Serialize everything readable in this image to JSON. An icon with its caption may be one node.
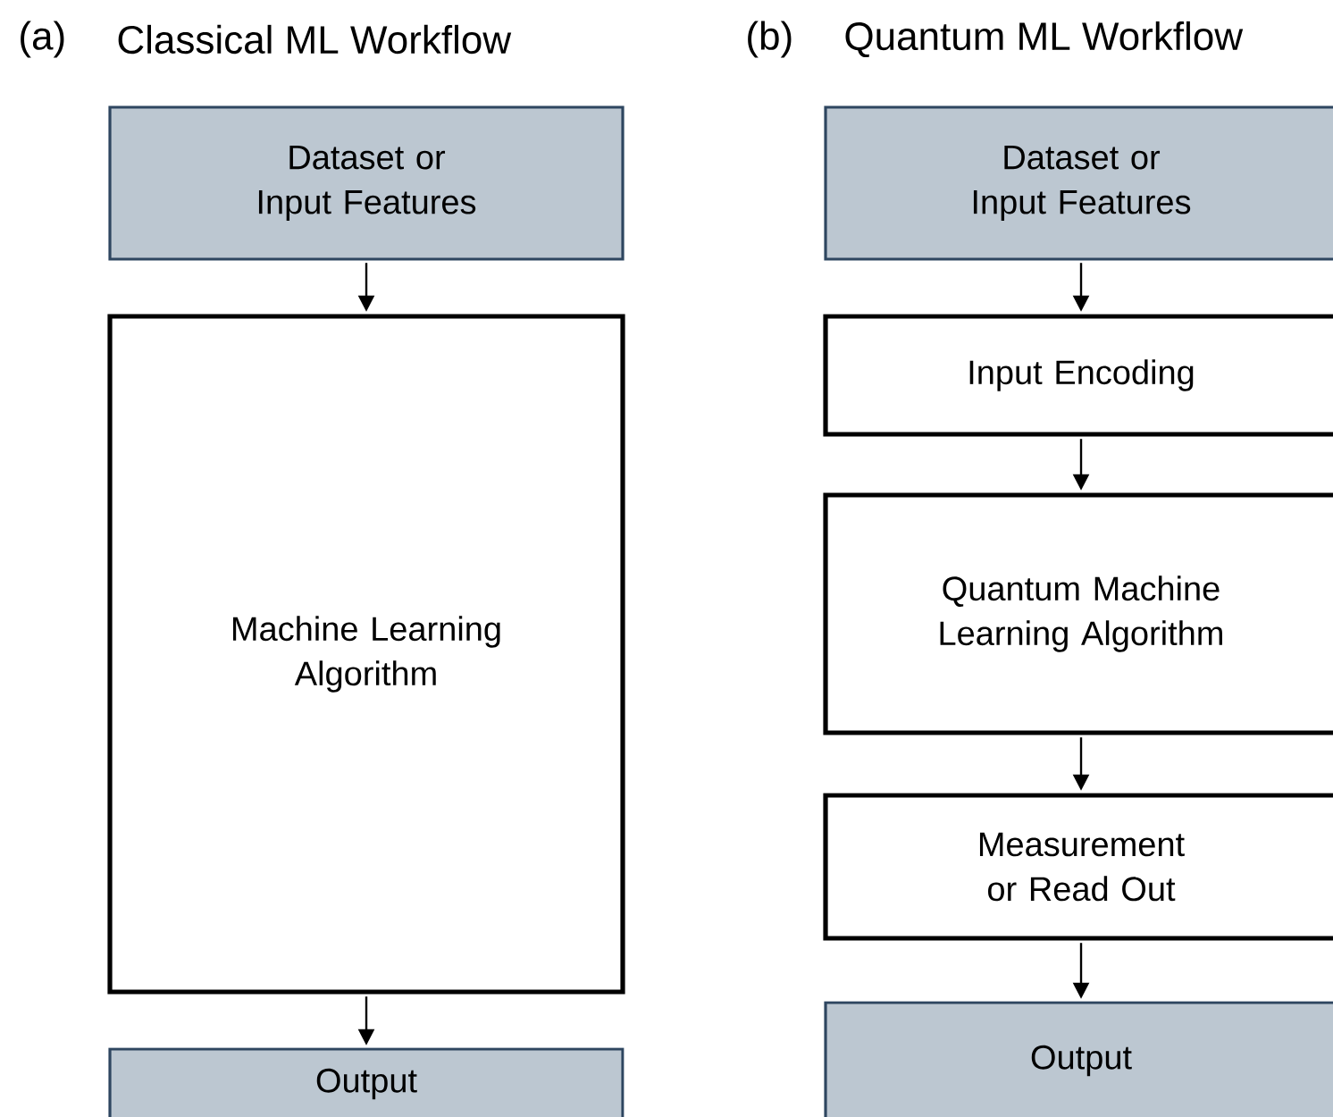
{
  "diagram": {
    "nodes": [
      {
        "text": [
          "Dataset or Input Features"
        ]
      },
      {
        "text": [
          "Machine Learning Algorithm"
        ]
      },
      {
        "text": [
          "Output"
        ]
      },
      {
        "text": [
          "Dataset or Input Features"
        ]
      },
      {
        "text": [
          "Input Encoding"
        ]
      },
      {
        "text": [
          "Quantum Machine Learning Algorithm"
        ]
      },
      {
        "text": [
          "Measurement or Read Out"
        ]
      },
      {
        "text": [
          "Output"
        ]
      }
    ],
    "edges": [
      {
        "from": 0,
        "to": 1,
        "arrow": "to"
      },
      {
        "from": 1,
        "to": 2,
        "arrow": "to"
      },
      {
        "from": 3,
        "to": 4,
        "arrow": "to"
      },
      {
        "from": 4,
        "to": 5,
        "arrow": "to"
      },
      {
        "from": 5,
        "to": 6,
        "arrow": "to"
      },
      {
        "from": 6,
        "to": 7,
        "arrow": "to"
      }
    ],
    "labels": [
      "(a)",
      "Classical ML Workflow",
      "(b)",
      "Quantum ML Workflow"
    ]
  }
}
